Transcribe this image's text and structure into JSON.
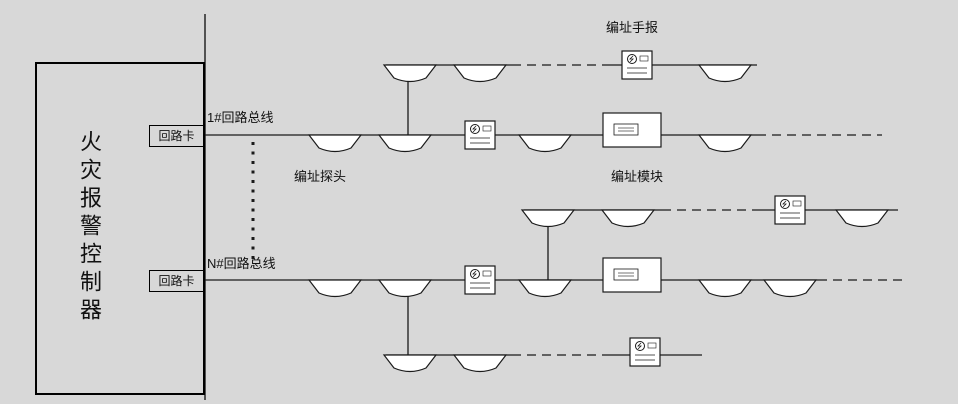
{
  "controller": {
    "title": "火灾报警控制器",
    "loop_card_label": "回路卡"
  },
  "labels": {
    "loop1_bus": "1#回路总线",
    "loopN_bus": "N#回路总线",
    "addr_detector": "编址探头",
    "addr_manual_call_point": "编址手报",
    "addr_module": "编址模块"
  },
  "colors": {
    "background": "#d8d8d8",
    "line": "#1a1a1a",
    "device_fill": "#ffffff"
  }
}
